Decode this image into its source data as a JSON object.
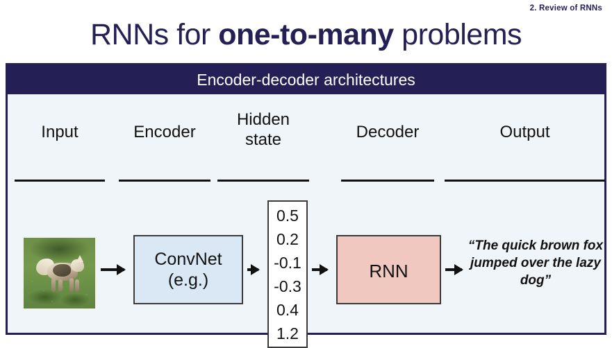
{
  "slide": {
    "section_label": "2. Review of RNNs",
    "title_prefix": "RNNs for ",
    "title_emphasis": "one-to-many",
    "title_suffix": " problems"
  },
  "figure": {
    "banner": "Encoder-decoder architectures",
    "columns": [
      {
        "label": "Input"
      },
      {
        "label": "Encoder"
      },
      {
        "label_line1": "Hidden",
        "label_line2": "state"
      },
      {
        "label": "Decoder"
      },
      {
        "label": "Output"
      }
    ],
    "input": {
      "caption": "dog-photo"
    },
    "encoder_box": {
      "line1": "ConvNet",
      "line2": "(e.g.)",
      "color": "#dae8f5"
    },
    "hidden_state": {
      "values": [
        "0.5",
        "0.2",
        "-0.1",
        "-0.3",
        "0.4",
        "1.2"
      ]
    },
    "decoder_box": {
      "label": "RNN",
      "color": "#f0c8c0"
    },
    "output": {
      "text": "“The quick brown fox jumped over the lazy dog”"
    }
  },
  "colors": {
    "navy": "#241f54",
    "panel_background": "#eff5f8",
    "encoder_fill": "#dae8f5",
    "decoder_fill": "#f0c8c0",
    "ink": "#111111"
  }
}
